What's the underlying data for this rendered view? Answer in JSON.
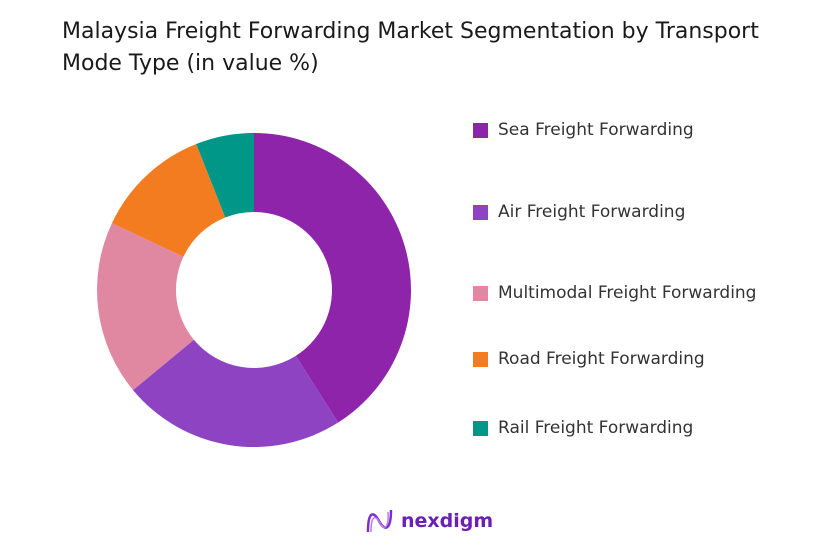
{
  "chart_data": {
    "type": "pie",
    "variant": "donut",
    "title": "Malaysia Freight Forwarding Market Segmentation by Transport Mode Type (in value %)",
    "categories": [
      "Sea Freight Forwarding",
      "Air Freight Forwarding",
      "Multimodal Freight Forwarding",
      "Road Freight Forwarding",
      "Rail Freight Forwarding"
    ],
    "values": [
      41,
      23,
      18,
      12,
      6
    ],
    "colors": [
      "#8e24aa",
      "#8e44c2",
      "#e088a2",
      "#f47c20",
      "#009688"
    ],
    "legend_position": "right"
  },
  "logo": {
    "text": "nexdigm",
    "color": "#6a1fb5"
  }
}
